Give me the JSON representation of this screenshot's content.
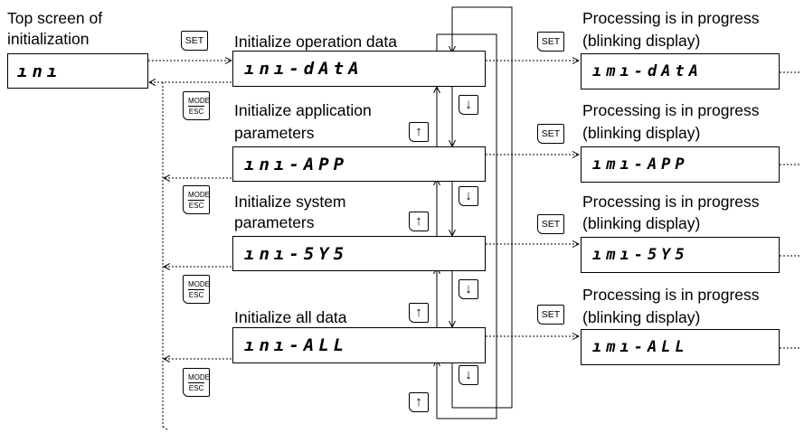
{
  "top": {
    "title_line1": "Top screen of",
    "title_line2": "initialization",
    "display": "ını"
  },
  "keys": {
    "set": "SET",
    "mode": "MODE",
    "esc": "ESC",
    "up": "↑",
    "down": "↓"
  },
  "items": [
    {
      "label_lines": [
        "Initialize operation data"
      ],
      "display": "ını-dAtA",
      "proc_line1": "Processing is in progress",
      "proc_line2": "(blinking display)",
      "blink_display": "ımı-dAtA"
    },
    {
      "label_lines": [
        "Initialize application",
        "parameters"
      ],
      "display": "ını-APP",
      "proc_line1": "Processing is in progress",
      "proc_line2": "(blinking display)",
      "blink_display": "ımı-APP"
    },
    {
      "label_lines": [
        "Initialize system",
        "parameters"
      ],
      "display": "ını-5Y5",
      "proc_line1": "Processing is in progress",
      "proc_line2": "(blinking display)",
      "blink_display": "ımı-5Y5"
    },
    {
      "label_lines": [
        "Initialize all data"
      ],
      "display": "ını-ALL",
      "proc_line1": "Processing is in progress",
      "proc_line2": "(blinking display)",
      "blink_display": "ımı-ALL"
    }
  ]
}
